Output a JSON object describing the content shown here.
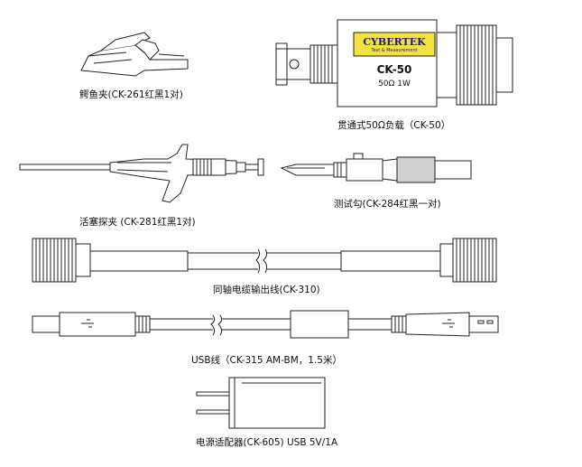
{
  "labels": {
    "alligator_clip": "鳄鱼夹(CK-261红黑1对)",
    "feedthrough_load": "贯通式50Ω负载（CK-50）",
    "piston_probe": "活塞探夹 (CK-281红黑1对)",
    "test_hook": "测试勾(CK-284红黑一对)",
    "coax_cable": "同轴电缆输出线(CK-310)",
    "usb_cable": "USB线（CK-315 AM-BM，1.5米）",
    "power_adapter": "电源适配器(CK-605) USB 5V/1A"
  },
  "load_device": {
    "brand": "CYBERTEK",
    "tagline": "Test & Measurement",
    "model": "CK-50",
    "rating": "50Ω 1W"
  },
  "colors": {
    "line": "#222222",
    "brand_yellow": "#f2e23a",
    "brand_text": "#1a1a8c",
    "shade": "#d0d0d0"
  }
}
